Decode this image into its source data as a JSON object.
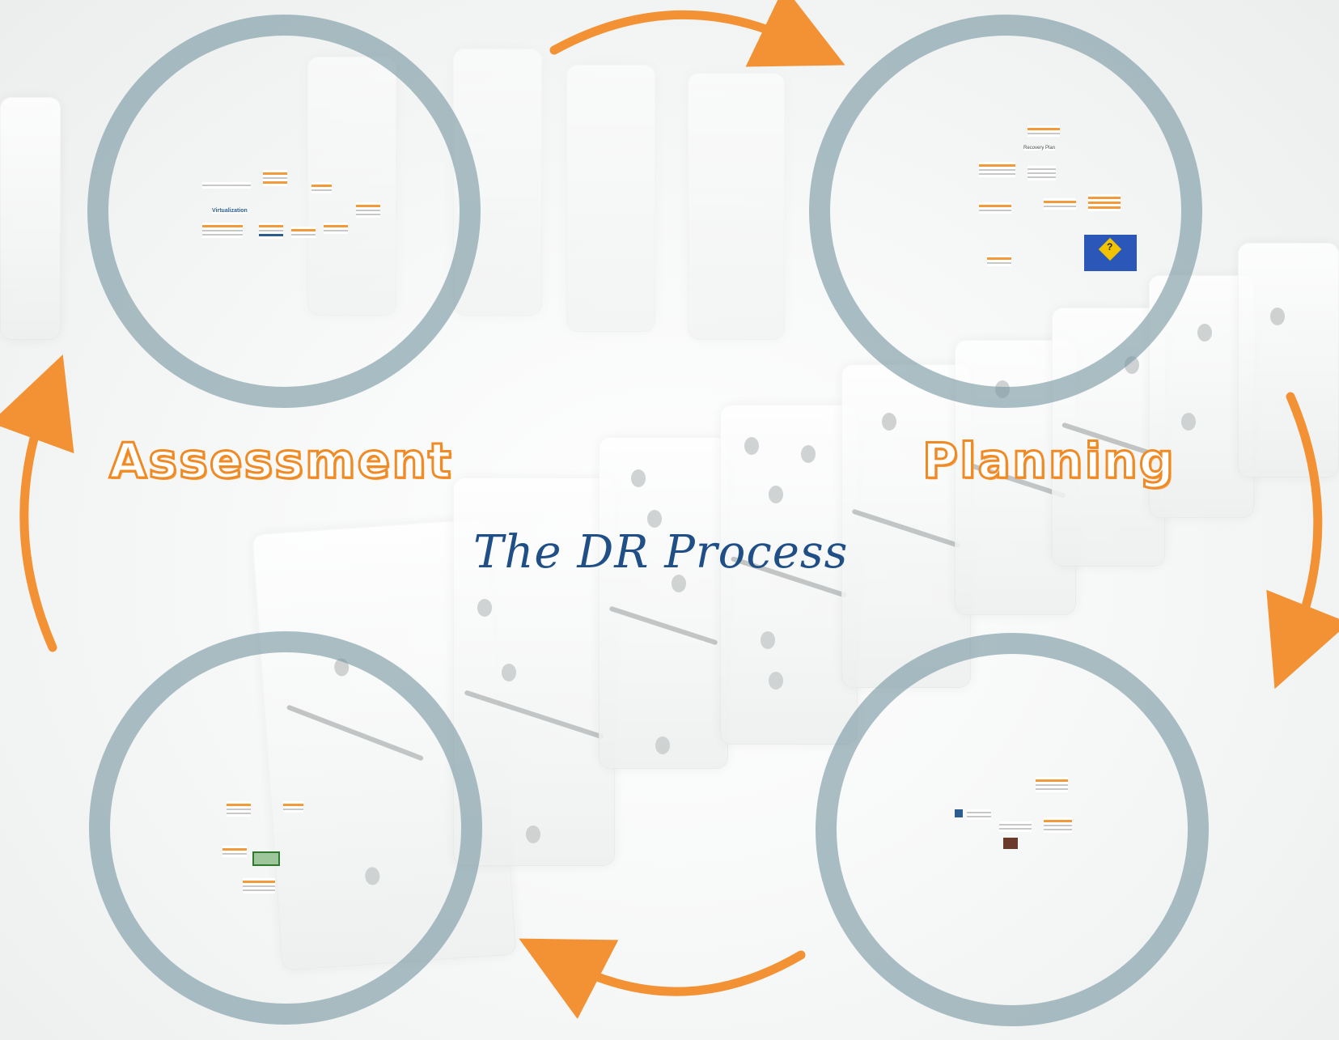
{
  "title": "The DR Process",
  "stages": {
    "assessment": {
      "label": "Assessment"
    },
    "planning": {
      "label": "Planning"
    }
  },
  "thumbnails": {
    "assessment_heading": "Virtualization",
    "planning_heading": "Recovery Plan",
    "planning_question_mark": "?"
  },
  "colors": {
    "ring": "#7898a1",
    "arrow": "#f39234",
    "title": "#1f4f86",
    "label_stroke": "#f08a24"
  },
  "icons": [
    "clockwise-arrow-icon",
    "clockwise-arrow-icon",
    "clockwise-arrow-icon",
    "clockwise-arrow-icon",
    "question-sign-icon"
  ]
}
